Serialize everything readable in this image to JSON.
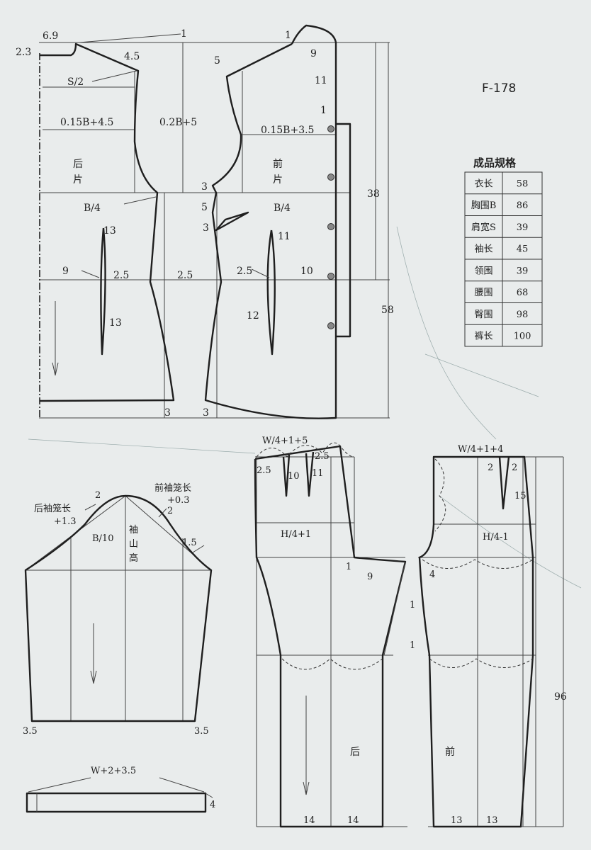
{
  "pattern_code": "F-178",
  "spec_table": {
    "title": "成品规格",
    "rows": [
      {
        "label": "衣长",
        "value": "58"
      },
      {
        "label": "胸围B",
        "value": "86"
      },
      {
        "label": "肩宽S",
        "value": "39"
      },
      {
        "label": "袖长",
        "value": "45"
      },
      {
        "label": "领围",
        "value": "39"
      },
      {
        "label": "腰围",
        "value": "68"
      },
      {
        "label": "臀围",
        "value": "98"
      },
      {
        "label": "裤长",
        "value": "100"
      }
    ]
  },
  "bodice": {
    "back_label": "后\n片",
    "back_label_1": "后",
    "back_label_2": "片",
    "front_label_1": "前",
    "front_label_2": "片",
    "labels": {
      "neck_width": "6.9",
      "neck_depth": "2.3",
      "top_offset": "1",
      "shoulder_slope": "4.5",
      "half_shoulder": "S/2",
      "back_width": "0.15B+4.5",
      "armhole": "0.2B+5",
      "front_width": "0.15B+3.5",
      "front_neck_5": "5",
      "front_neck_1": "1",
      "front_neck_9": "9",
      "front_neck_11": "11",
      "front_neck_1b": "1",
      "back_bust": "B/4",
      "front_bust": "B/4",
      "side_3a": "3",
      "side_5": "5",
      "side_3b": "3",
      "back_dart_top": "13",
      "back_dart_bottom": "13",
      "front_dart_top": "11",
      "front_dart_bottom": "12",
      "waist_9": "9",
      "waist_25a": "2.5",
      "waist_25b": "2.5",
      "waist_25c": "2.5",
      "waist_10": "10",
      "hem_3a": "3",
      "hem_3b": "3",
      "height_38": "38",
      "height_58": "58"
    }
  },
  "sleeve": {
    "labels": {
      "back_curve": "后袖笼长",
      "back_curve_add": "+1.3",
      "front_curve": "前袖笼长",
      "front_curve_add": "+0.3",
      "cap_2a": "2",
      "cap_2b": "2",
      "cap_15": "1.5",
      "b10": "B/10",
      "cap_height_1": "袖",
      "cap_height_2": "山",
      "cap_height_3": "高",
      "hem_left": "3.5",
      "hem_right": "3.5"
    }
  },
  "waistband": {
    "label": "W+2+3.5",
    "width": "4"
  },
  "trousers": {
    "back_label": "后",
    "front_label": "前",
    "labels": {
      "back_waist": "W/4+1+5",
      "back_25a": "2.5",
      "back_25b": "2.5",
      "back_dart_10": "10",
      "back_dart_11": "11",
      "back_hip": "H/4+1",
      "back_crotch_1": "1",
      "back_crotch_9": "9",
      "back_hem_a": "14",
      "back_hem_b": "14",
      "side_1a": "1",
      "side_1b": "1",
      "front_waist": "W/4+1+4",
      "front_2a": "2",
      "front_2b": "2",
      "front_dart_15": "15",
      "front_hip": "H/4-1",
      "front_crotch_4": "4",
      "front_hem_a": "13",
      "front_hem_b": "13",
      "length_96": "96"
    }
  }
}
